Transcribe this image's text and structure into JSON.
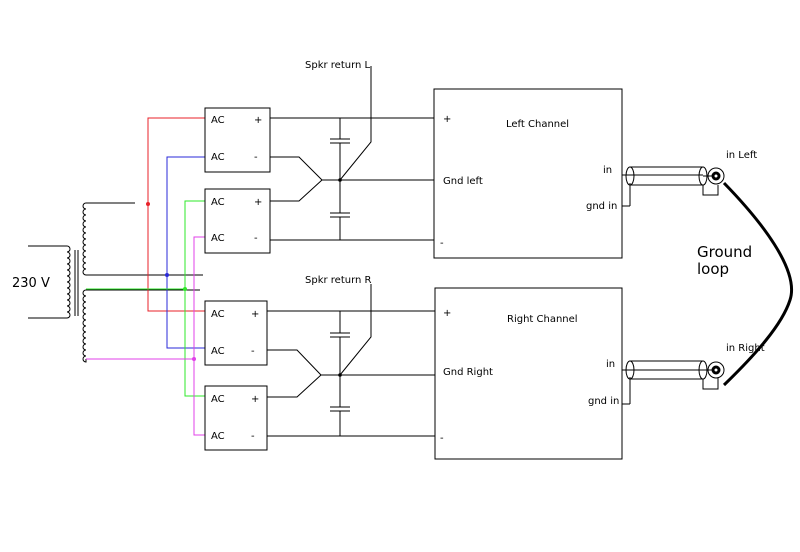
{
  "transformer": {
    "voltage_label": "230 V"
  },
  "wire_colors": {
    "red": "#e8212a",
    "blue": "#2a2ad8",
    "green": "#2ee82a",
    "magenta": "#e040e8",
    "black": "#000000"
  },
  "rectifiers": [
    {
      "ac_top": "AC",
      "ac_bottom": "AC",
      "plus": "+",
      "minus": "-"
    },
    {
      "ac_top": "AC",
      "ac_bottom": "AC",
      "plus": "+",
      "minus": "-"
    },
    {
      "ac_top": "AC",
      "ac_bottom": "AC",
      "plus": "+",
      "minus": "-"
    },
    {
      "ac_top": "AC",
      "ac_bottom": "AC",
      "plus": "+",
      "minus": "-"
    }
  ],
  "channels": {
    "left": {
      "title": "Left Channel",
      "plus": "+",
      "minus": "-",
      "gnd": "Gnd left",
      "in": "in",
      "gnd_in": "gnd in",
      "spkr_return": "Spkr return L",
      "jack": "in Left"
    },
    "right": {
      "title": "Right Channel",
      "plus": "+",
      "minus": "-",
      "gnd": "Gnd Right",
      "in": "in",
      "gnd_in": "gnd in",
      "spkr_return": "Spkr return R",
      "jack": "in Right"
    }
  },
  "ground_loop": {
    "line1": "Ground",
    "line2": "loop"
  }
}
